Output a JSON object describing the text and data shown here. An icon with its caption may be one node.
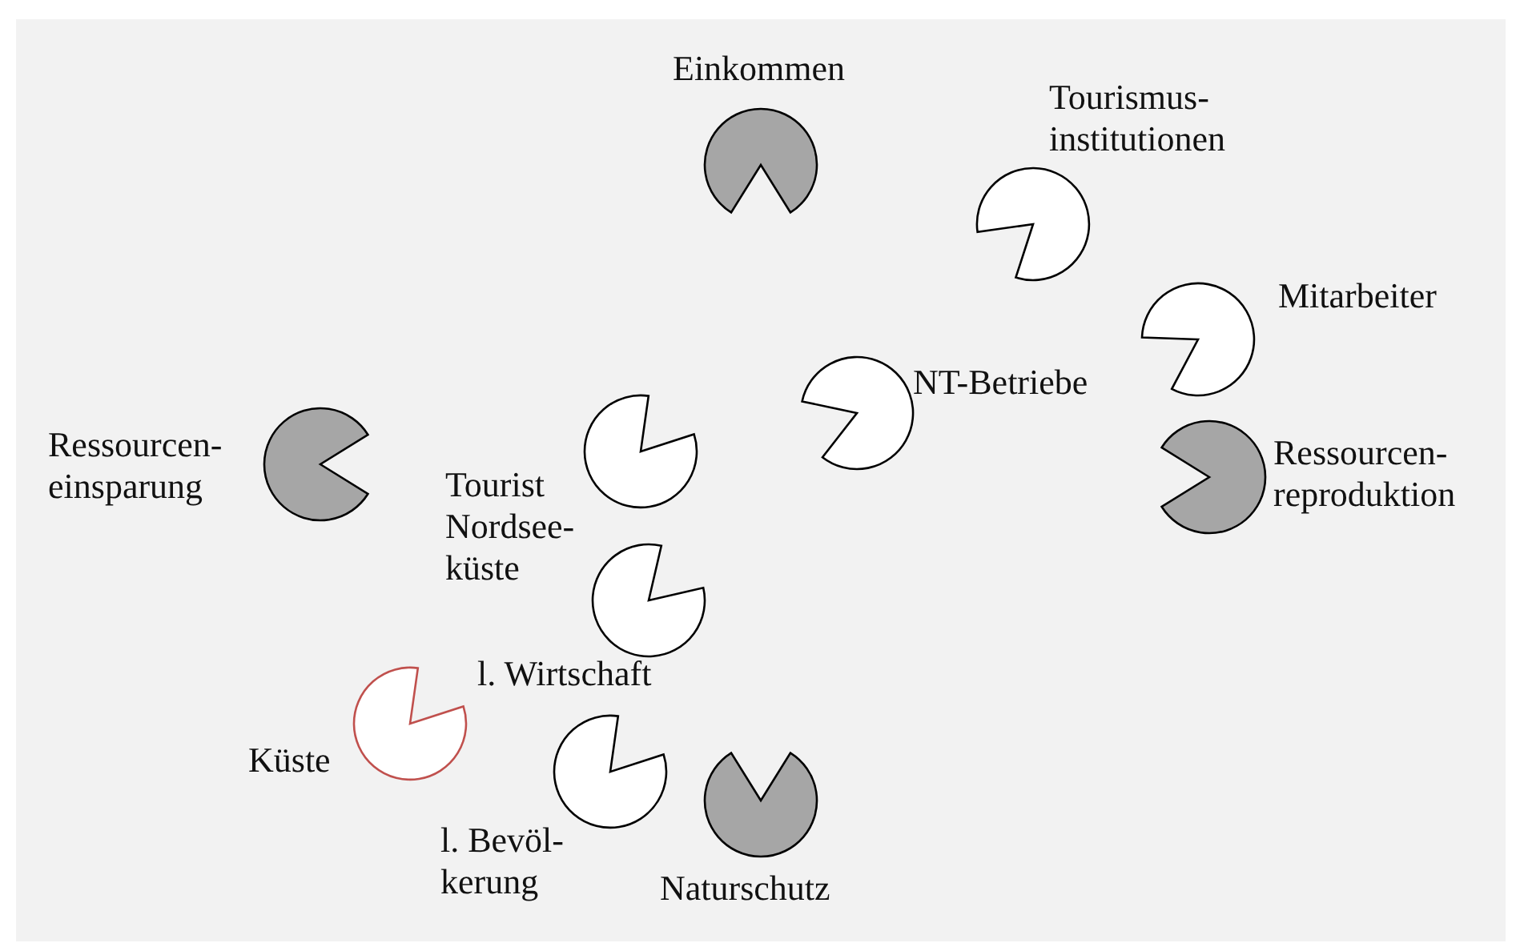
{
  "diagram": {
    "nodes": [
      {
        "text": [
          "Einkommen"
        ]
      },
      {
        "text": [
          "Tourismus- institutionen"
        ]
      },
      {
        "text": [
          "Mitarbeiter"
        ]
      },
      {
        "text": [
          "NT-Betriebe"
        ]
      },
      {
        "text": [
          "Ressourcen- einsparung"
        ]
      },
      {
        "text": [
          "Tourist Nordsee- küste"
        ]
      },
      {
        "text": [
          "Ressourcen- reproduktion"
        ]
      },
      {
        "text": [
          "l. Wirtschaft"
        ]
      },
      {
        "text": [
          "Küste"
        ]
      },
      {
        "text": [
          "l. Bevöl- kerung"
        ]
      },
      {
        "text": [
          "Naturschutz"
        ]
      }
    ],
    "edges": []
  }
}
